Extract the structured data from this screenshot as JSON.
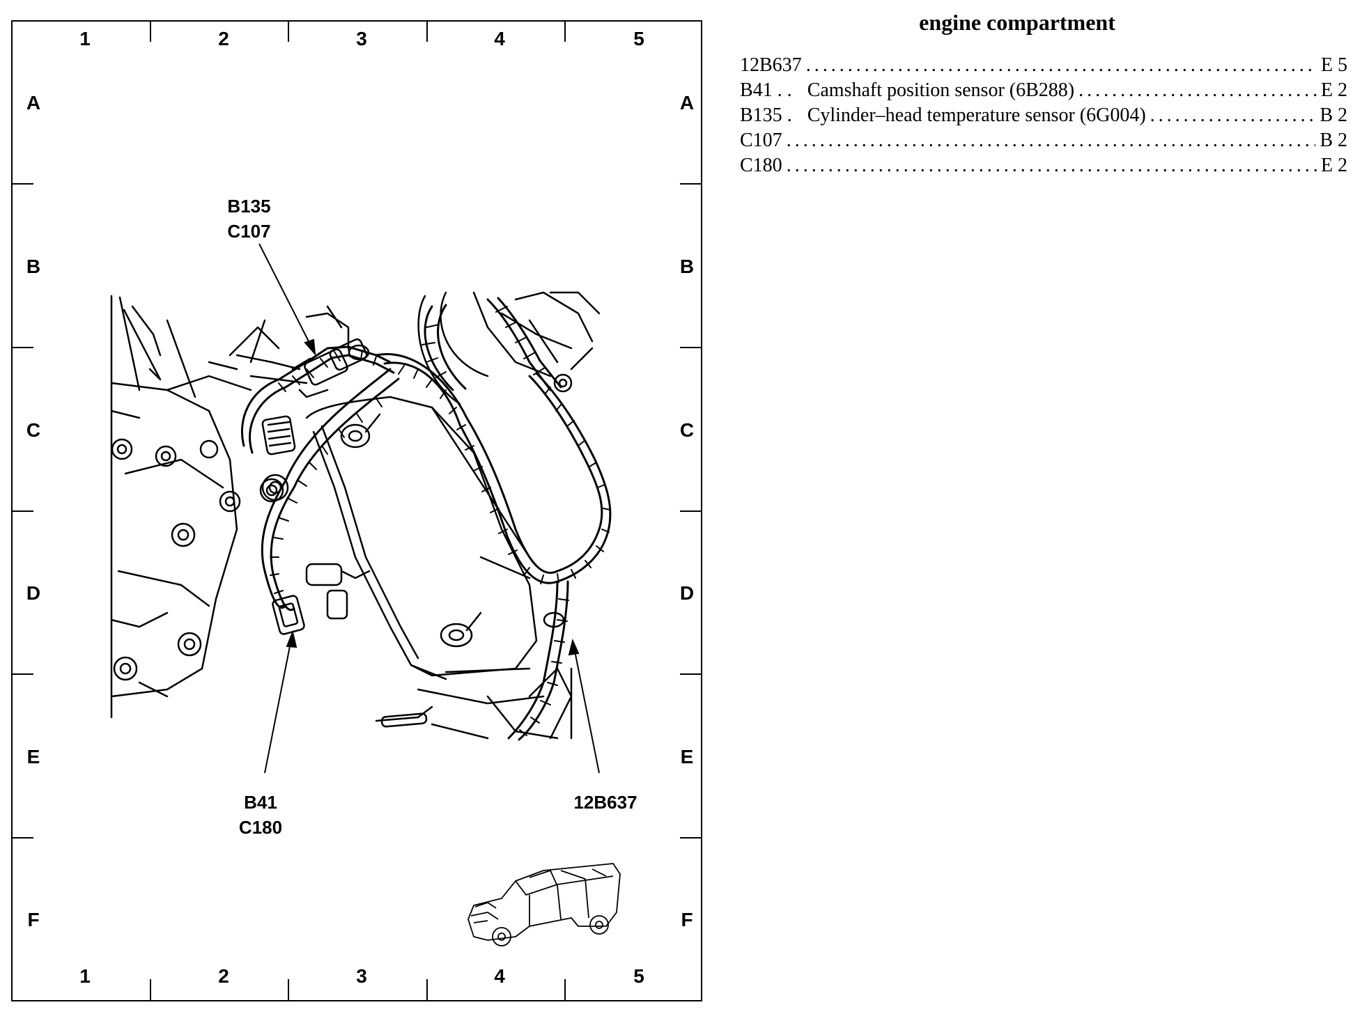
{
  "grid": {
    "columns": [
      "1",
      "2",
      "3",
      "4",
      "5"
    ],
    "rows": [
      "A",
      "B",
      "C",
      "D",
      "E",
      "F"
    ]
  },
  "callouts": {
    "b135": "B135",
    "c107": "C107",
    "b41": "B41",
    "c180": "C180",
    "harness": "12B637"
  },
  "legend": {
    "title": "engine compartment",
    "entries": [
      {
        "code": "12B637",
        "description": "",
        "location": "E 5"
      },
      {
        "code": "B41 . .",
        "description": "Camshaft position sensor (6B288)",
        "location": "E 2"
      },
      {
        "code": "B135 .",
        "description": "Cylinder–head temperature sensor (6G004)",
        "location": "B 2"
      },
      {
        "code": "C107",
        "description": "",
        "location": "B 2"
      },
      {
        "code": "C180",
        "description": "",
        "location": "E 2"
      }
    ]
  }
}
